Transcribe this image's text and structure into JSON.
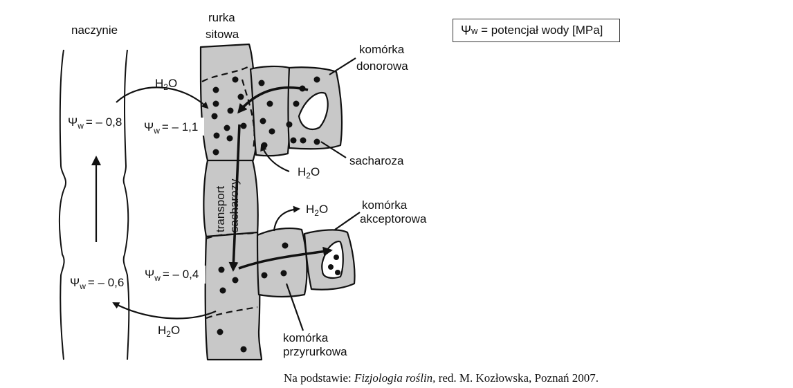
{
  "legend": {
    "symbol": "Ψ",
    "subscript": "w",
    "text": " = potencjał wody [MPa]"
  },
  "labels": {
    "vessel": "naczynie",
    "sieve_tube_line1": "rurka",
    "sieve_tube_line2": "sitowa",
    "donor_line1": "komórka",
    "donor_line2": "donorowa",
    "sucrose": "sacharoza",
    "acceptor_line1": "komórka",
    "acceptor_line2": "akceptorowa",
    "companion_line1": "komórka",
    "companion_line2": "przyrurkowa",
    "transport_line1": "transport",
    "transport_line2": "sacharozy"
  },
  "water": {
    "h": "H",
    "two": "2",
    "o": "O"
  },
  "potentials": {
    "psi": "Ψ",
    "sub": "w",
    "vessel_top": "= – 0,8",
    "tube_top": "= – 1,1",
    "vessel_bottom": "= – 0,6",
    "tube_bottom": "= – 0,4"
  },
  "source": {
    "prefix": "Na podstawie: ",
    "book": "Fizjologia roślin,",
    "rest": " red. M. Kozłowska, Poznań 2007."
  }
}
